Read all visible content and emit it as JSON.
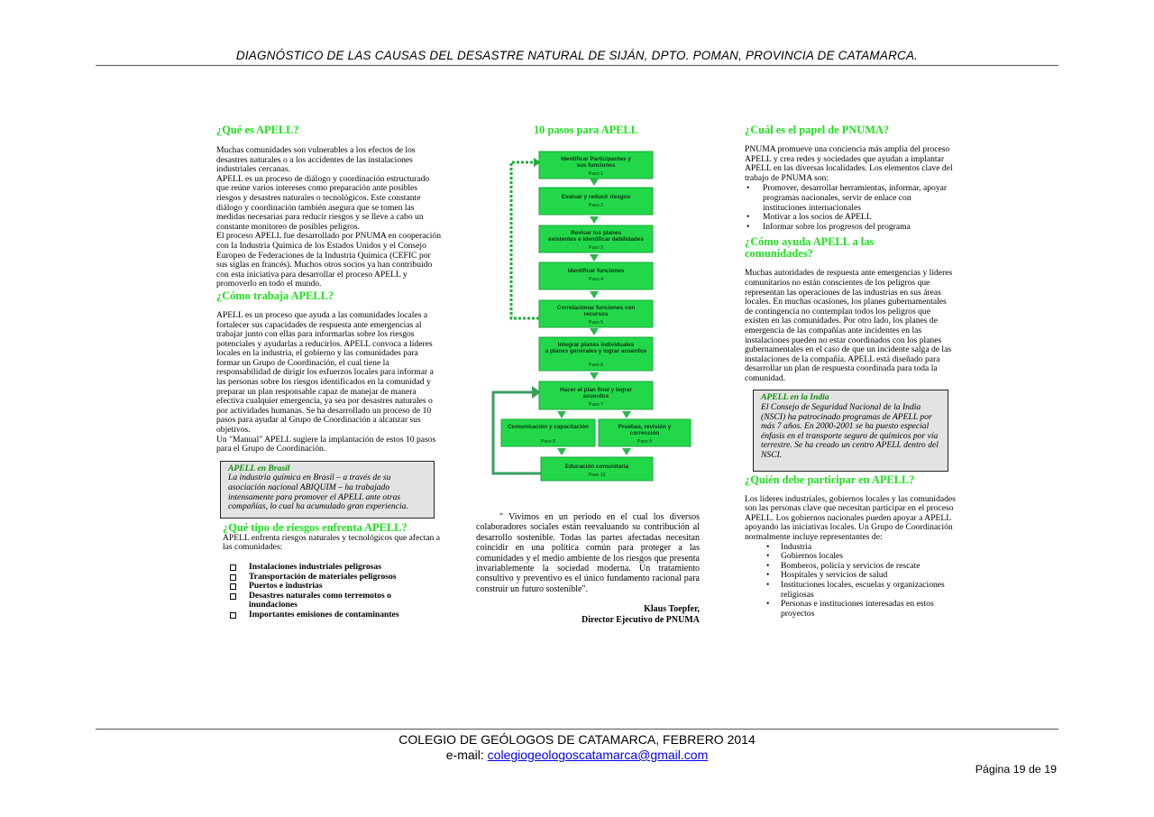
{
  "header": {
    "title": "DIAGNÓSTICO DE LAS CAUSAS DEL DESASTRE NATURAL DE SIJÁN,  DPTO. POMAN, PROVINCIA DE CATAMARCA."
  },
  "left": {
    "h1": "¿Qué es APELL?",
    "p1": "Muchas comunidades son vulnerables a los efectos de los desastres naturales o a los accidentes de las instalaciones industriales cercanas.",
    "p2": "APELL es un proceso de diálogo y coordinación estructurado que reúne varios intereses como preparación ante posibles riesgos y desastres naturales o tecnológicos. Este constante diálogo y coordinación también asegura que se tomen las medidas necesarias para reducir riesgos y se lleve a cabo un constante monitoreo de posibles peligros.",
    "p3": "El proceso APELL fue desarrollado por PNUMA en cooperación con la Industria Química de los Estados Unidos y el Consejo Europeo de Federaciones de la Industria Química (CEFIC por sus siglas en francés). Muchos otros socios ya han contribuido con esta iniciativa para desarrollar el proceso APELL y promoverlo en todo el mundo.",
    "h2": "¿Cómo trabaja APELL?",
    "p4": "APELL es un proceso que ayuda a las comunidades locales a fortalecer sus capacidades de respuesta ante emergencias al trabajar junto con ellas para informarlas sobre los riesgos potenciales y ayudarlas a reducirlos. APELL convoca a líderes locales en la industria, el gobierno y las comunidades para formar un Grupo de Coordinación, el cual tiene la responsabilidad de dirigir los esfuerzos locales para informar a las personas sobre los riesgos identificados en la comunidad y preparar un plan responsable capaz de manejar de manera efectiva cualquier emergencia, ya sea por desastres naturales o por actividades humanas. Se ha desarrollado un proceso de 10 pasos para ayudar al Grupo de Coordinación a alcanzar sus objetivos.",
    "p5": "Un \"Manual\" APELL sugiere la implantación de estos 10 pasos para el Grupo de Coordinación.",
    "box_title": "APELL en Brasil",
    "box_text": "La industria química en Brasil – a través de su asociación nacional ABIQUIM – ha trabajado intensamente para promover el APELL ante otras compañías, lo cual ha acumulado gran experiencia.",
    "h3": "¿Qué tipo de riesgos enfrenta APELL?",
    "p6": "APELL enfrenta riesgos naturales y tecnológicos que afectan a las comunidades:",
    "risks": [
      "Instalaciones industriales peligrosas",
      "Transportación de materiales peligrosos",
      "Puertos e industrias",
      "Desastres naturales como terremotos o inundaciones",
      "Importantes emisiones de contaminantes"
    ]
  },
  "middle": {
    "title": "10 pasos para APELL",
    "steps": [
      {
        "label": "Identificar Participantes y sus funciones",
        "sub": "Paso 1"
      },
      {
        "label": "Evaluar y reducir riesgos",
        "sub": "Paso 2"
      },
      {
        "label": "Revisar los planes existentes e identificar debilidades",
        "sub": "Paso 3"
      },
      {
        "label": "Identificar funciones",
        "sub": "Paso 4"
      },
      {
        "label": "Correlacionar funciones con recursos",
        "sub": "Paso 5"
      },
      {
        "label": "Integrar planes individuales a planes generales y lograr acuerdos",
        "sub": "Paso 6"
      },
      {
        "label": "Hacer el plan final y lograr acuerdos",
        "sub": "Paso 7"
      },
      {
        "label": "Comunicación y capacitación",
        "sub": "Paso 8"
      },
      {
        "label": "Pruebas, revisión y corrección",
        "sub": "Paso 9"
      },
      {
        "label": "Educación comunitaria",
        "sub": "Paso 10"
      }
    ],
    "quote": "\" Vivimos en un periodo en el cual los diversos colaboradores sociales están reevaluando su contribución al desarrollo sostenible. Todas las partes afectadas necesitan coincidir en una política común para proteger a las comunidades y el medio ambiente de los riesgos que presenta invariablemente la sociedad moderna. Un tratamiento consultivo y preventivo es el único fundamento racional para construir un futuro sostenible\".",
    "author": "Klaus Toepfer,",
    "author_role": "Director Ejecutivo de PNUMA"
  },
  "right": {
    "h1": "¿Cuál es el papel de PNUMA?",
    "p1": "PNUMA promueve una conciencia más amplia del proceso APELL y crea redes y sociedades que ayudan a implantar APELL en las diversas localidades. Los elementos clave del trabajo de PNUMA son:",
    "items1": [
      "Promover, desarrollar herramientas, informar, apoyar programas nacionales, servir de enlace con instituciones internacionales",
      "Motivar a los socios de APELL",
      "Informar sobre los progresos del programa"
    ],
    "h2": "¿Cómo ayuda APELL a las comunidades?",
    "p2": "Muchas autoridades de respuesta ante emergencias y líderes comunitarios no están conscientes de los peligros que representan las operaciones de las industrias en sus áreas locales. En muchas ocasiones, los planes gubernamentales de contingencia no contemplan todos los peligros que existen en las comunidades. Por otro lado, los planes de emergencia de las compañías ante incidentes en las instalaciones pueden no estar coordinados con los planes gubernamentales en el caso de que un incidente salga de las instalaciones de la compañía. APELL está diseñado para desarrollar un plan de respuesta coordinada para toda la comunidad.",
    "box_title": "APELL en la India",
    "box_text": "El Consejo de Seguridad Nacional de la India (NSCI) ha patrocinado programas de APELL por más 7 años. En 2000-2001 se ha puesto especial énfasis en el transporte seguro de químicos por vía terrestre. Se ha creado un centro APELL dentro del NSCI.",
    "h3": "¿Quién debe participar en APELL?",
    "p3": "Los líderes industriales, gobiernos locales y las comunidades son las personas clave que necesitan participar en el proceso APELL. Los gobiernos nacionales pueden apoyar a APELL apoyando las iniciativas locales. Un Grupo de Coordinación normalmente incluye representantes de:",
    "items2": [
      "Industria",
      "Gobiernos locales",
      "Bomberos, policía y servicios de rescate",
      "Hospitales y servicios de salud",
      "Instituciones locales, escuelas y organizaciones religiosas",
      "Personas e instituciones interesadas en estos proyectos"
    ]
  },
  "footer": {
    "line1": "COLEGIO DE GEÓLOGOS DE CATAMARCA, FEBRERO 2014",
    "email_label": "e-mail: ",
    "email": "colegiogeologoscatamarca@gmail.com",
    "page": "Página 19 de 19"
  },
  "colors": {
    "heading_green": "#1ee01e",
    "step_green": "#22d84a",
    "box_gray": "#e3e3e3",
    "link": "#0000ee"
  }
}
